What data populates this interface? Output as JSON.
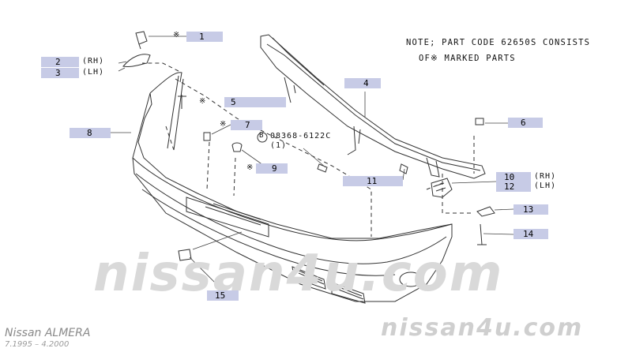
{
  "note": {
    "line1": "NOTE; PART CODE 62650S CONSISTS",
    "line2": "OF※ MARKED PARTS"
  },
  "callouts": [
    {
      "id": "c1",
      "num": "1"
    },
    {
      "id": "c2",
      "num": "2",
      "side": "(RH)"
    },
    {
      "id": "c3",
      "num": "3",
      "side": "(LH)"
    },
    {
      "id": "c4",
      "num": "4"
    },
    {
      "id": "c5",
      "num": "5"
    },
    {
      "id": "c6",
      "num": "6"
    },
    {
      "id": "c7",
      "num": "7"
    },
    {
      "id": "c8",
      "num": "8"
    },
    {
      "id": "c9",
      "num": "9"
    },
    {
      "id": "c10",
      "num": "10",
      "side": "(RH)"
    },
    {
      "id": "c11",
      "num": "11"
    },
    {
      "id": "c12",
      "num": "12",
      "side": "(LH)"
    },
    {
      "id": "c13",
      "num": "13"
    },
    {
      "id": "c14",
      "num": "14"
    },
    {
      "id": "c15",
      "num": "15"
    }
  ],
  "bolt_spec": {
    "code": "08368-6122C",
    "qty": "(1)",
    "prefix": "B"
  },
  "marks": {
    "asterisk": "※"
  },
  "watermark": {
    "center": "nissan4u.com",
    "corner": "nissan4u.com"
  },
  "footer": {
    "model": "Nissan ALMERA",
    "dates": "7.1995 – 4.2000"
  },
  "colors": {
    "callout_bg": "#c7cbe6",
    "line": "#333333",
    "watermark": "#d9d9d9"
  }
}
